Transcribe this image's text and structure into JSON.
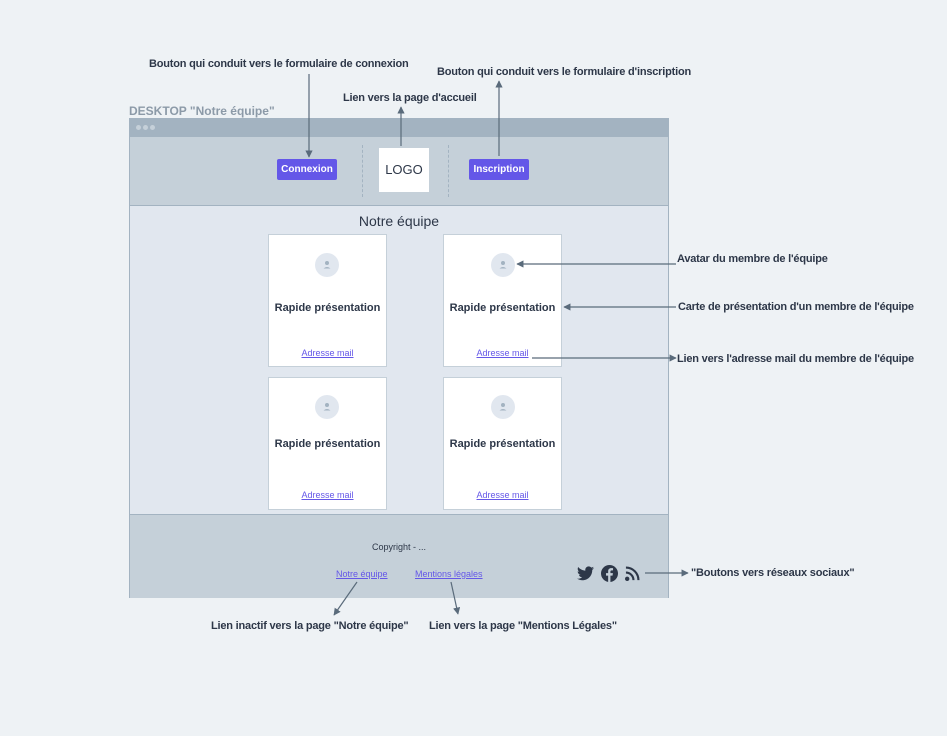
{
  "frame_label": "DESKTOP \"Notre équipe\"",
  "annotations": {
    "login": "Bouton qui conduit vers le formulaire de connexion",
    "signup": "Bouton qui conduit vers le formulaire d'inscription",
    "home": "Lien vers la page d'accueil",
    "avatar": "Avatar du membre de l'équipe",
    "card": "Carte de présentation d'un membre de l'équipe",
    "mail": "Lien vers l'adresse mail du membre de l'équipe",
    "social": "\"Boutons vers réseaux sociaux\"",
    "team_link": "Lien inactif vers la page \"Notre équipe\"",
    "legal_link": "Lien vers la page \"Mentions Légales\""
  },
  "header": {
    "login_label": "Connexion",
    "logo_label": "LOGO",
    "signup_label": "Inscription"
  },
  "main": {
    "title": "Notre équipe",
    "cards": [
      {
        "title": "Rapide présentation",
        "link": "Adresse mail"
      },
      {
        "title": "Rapide présentation",
        "link": "Adresse mail"
      },
      {
        "title": "Rapide présentation",
        "link": "Adresse mail"
      },
      {
        "title": "Rapide présentation",
        "link": "Adresse mail"
      }
    ]
  },
  "footer": {
    "copyright": "Copyright - ...",
    "team_link": "Notre équipe",
    "legal_link": "Mentions légales",
    "social_icons": [
      "twitter-icon",
      "facebook-icon",
      "rss-icon"
    ]
  },
  "colors": {
    "accent": "#6457e8",
    "frame": "#a3b3c1",
    "header_bg": "#c5d0d9",
    "body_bg": "#e1e7ef",
    "page_bg": "#eef2f5",
    "text": "#2d3748"
  }
}
